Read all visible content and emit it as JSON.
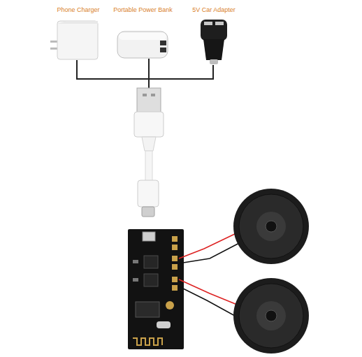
{
  "diagram": {
    "nodes": [
      {
        "text": [
          "Phone Charger"
        ]
      },
      {
        "text": [
          "Portable Power Bank"
        ]
      },
      {
        "text": [
          "5V Car Adapter"
        ]
      }
    ]
  }
}
